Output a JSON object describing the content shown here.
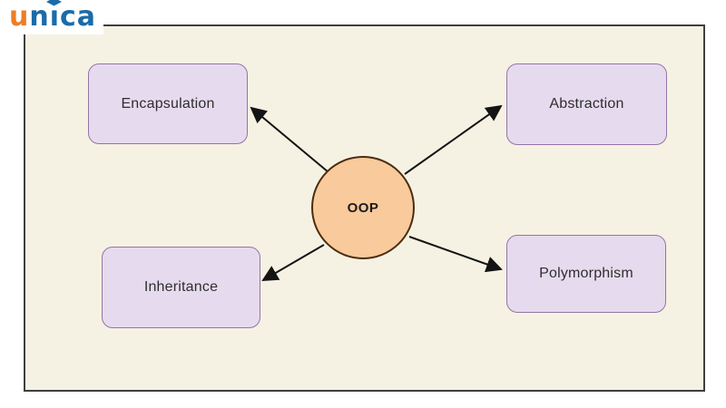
{
  "logo": {
    "brand": "unica",
    "part_orange": "u",
    "part_blue_pre": "n",
    "part_blue_i": "ı",
    "part_blue_post": "ca",
    "cap_icon": "graduation-cap-icon",
    "color_orange": "#ef7d25",
    "color_blue": "#1b6ba9"
  },
  "diagram": {
    "center": {
      "label": "OOP"
    },
    "nodes": [
      {
        "id": "encapsulation",
        "label": "Encapsulation"
      },
      {
        "id": "abstraction",
        "label": "Abstraction"
      },
      {
        "id": "inheritance",
        "label": "Inheritance"
      },
      {
        "id": "polymorphism",
        "label": "Polymorphism"
      }
    ],
    "connections": [
      {
        "from": "OOP",
        "to": "Encapsulation"
      },
      {
        "from": "OOP",
        "to": "Abstraction"
      },
      {
        "from": "OOP",
        "to": "Inheritance"
      },
      {
        "from": "OOP",
        "to": "Polymorphism"
      }
    ]
  },
  "colors": {
    "canvas_bg": "#f6f2e3",
    "frame_border": "#3f3f3f",
    "node_fill": "#e6dbee",
    "node_stroke": "#9673a6",
    "center_fill": "#f9ca9b",
    "center_stroke": "#4a2d12",
    "arrow": "#141414",
    "label_text": "#2e2e2e"
  }
}
